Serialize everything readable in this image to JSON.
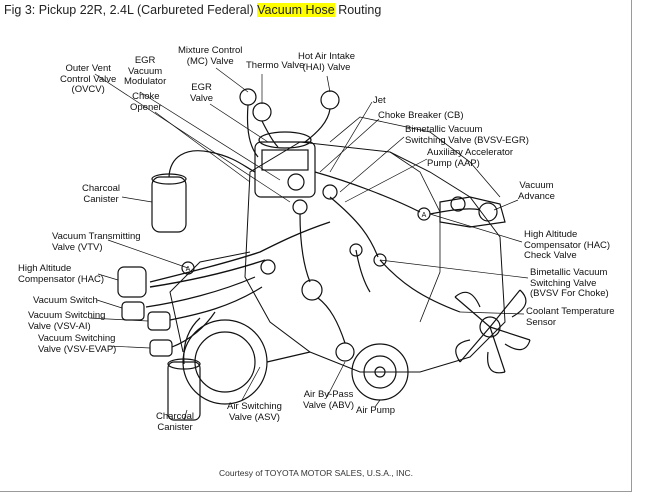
{
  "figure": {
    "title_prefix": "Fig 3: Pickup 22R, 2.4L (Carbureted Federal) ",
    "title_highlight": "Vacuum Hose",
    "title_suffix": " Routing",
    "highlight_color": "#ffff00"
  },
  "labels": {
    "mixture_control": "Mixture Control\n(MC) Valve",
    "thermo_valve": "Thermo Valve",
    "hot_air_intake": "Hot Air Intake\n(HAI) Valve",
    "outer_vent": "Outer Vent\nControl Valve\n(OVCV)",
    "egr_modulator": "EGR\nVacuum\nModulator",
    "egr_valve": "EGR\nValve",
    "choke_opener": "Choke\nOpener",
    "jet": "Jet",
    "choke_breaker": "Choke Breaker (CB)",
    "bvsv_egr": "Bimetallic Vacuum\nSwitching Valve (BVSV-EGR)",
    "aap": "Auxiliary Accelerator\nPump (AAP)",
    "charcoal_canister_top": "Charcoal\nCanister",
    "vacuum_advance": "Vacuum\nAdvance",
    "vtv": "Vacuum Transmitting\nValve (VTV)",
    "hac_left": "High Altitude\nCompensator (HAC)",
    "hac_check": "High Altitude\nCompensator (HAC)\nCheck Valve",
    "vacuum_switch": "Vacuum Switch",
    "bvsv_choke": "Bimetallic Vacuum\nSwitching Valve\n(BVSV For Choke)",
    "vsv_ai": "Vacuum Switching\nValve (VSV-AI)",
    "coolant_sensor": "Coolant Temperature\nSensor",
    "vsv_evap": "Vacuum Switching\nValve (VSV-EVAP)",
    "air_bypass": "Air By-Pass\nValve (ABV)",
    "air_pump": "Air Pump",
    "asv": "Air Switching\nValve (ASV)",
    "charcoal_canister_bottom": "Charcoal\nCanister"
  },
  "credit": "Courtesy of TOYOTA MOTOR SALES, U.S.A., INC."
}
